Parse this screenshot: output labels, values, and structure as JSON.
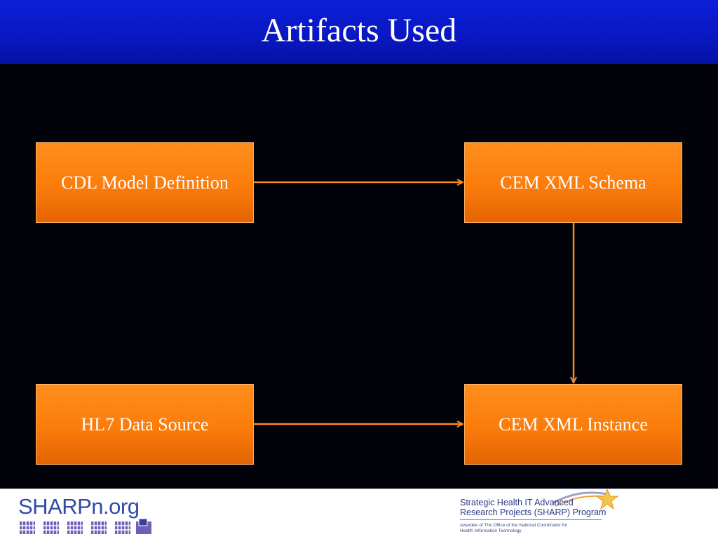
{
  "slide": {
    "title": "Artifacts Used"
  },
  "diagram": {
    "nodes": {
      "cdl_model_definition": "CDL Model Definition",
      "cem_xml_schema": "CEM XML Schema",
      "hl7_data_source": "HL7 Data Source",
      "cem_xml_instance": "CEM XML Instance"
    },
    "edges": [
      {
        "from": "CDL Model Definition",
        "to": "CEM XML Schema"
      },
      {
        "from": "CEM XML Schema",
        "to": "CEM XML Instance"
      },
      {
        "from": "HL7 Data Source",
        "to": "CEM XML Instance"
      }
    ]
  },
  "footer": {
    "left_logo_text": "SHARPn.org",
    "right_logo_line1": "Strategic Health IT Advanced",
    "right_logo_line2": "Research Projects (SHARP) Program",
    "right_logo_note1": "Awardee of The Office of the National Coordinator for",
    "right_logo_note2": "Health Information Technology"
  },
  "colors": {
    "header_blue": "#0a18c4",
    "box_orange": "#fb7c0b",
    "arrow_orange": "#f58a1f",
    "background": "#02020a"
  }
}
